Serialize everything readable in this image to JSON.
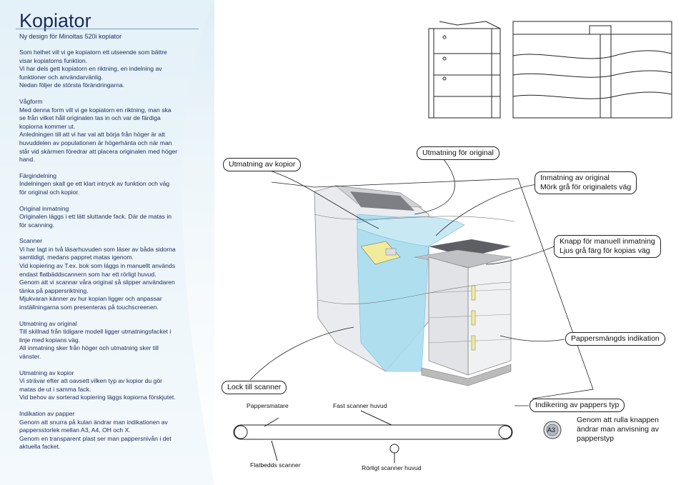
{
  "page": {
    "title": "Kopiator",
    "subtitle": "Ny design för Minoltas 520i kopiator"
  },
  "sections": [
    {
      "heading": "",
      "body": "Som helhet vill vi ge kopiatorn ett utseende som bättre\nvisar kopiatorns funktion.\nVi har dels gett kopiatorn en riktning, en indelning av\nfunktioner och användarvänlig.\nNedan följer de största förändringarna."
    },
    {
      "heading": "Vågform",
      "body": "Med denna form vill vi ge kopiatorn en riktning, man ska\nse från vilket håll originalen tas in och var de färdiga\nkopiorna kommer ut.\nAnledningen till att vi har val att börja från höger är att\nhuvuddelen av populationen är högerhänta och när man\nstår vid skärmen föredrar att placera originalen med höger\nhand."
    },
    {
      "heading": "Färgindelning",
      "body": "Indelningen skall ge ett klart intryck av funktion och väg\nför original och kopior."
    },
    {
      "heading": "Original inmatning",
      "body": "Originalen läggs i ett lätt sluttande fack. Där de matas in\nför scanning."
    },
    {
      "heading": "Scanner",
      "body": "Vi har lagt in två läsarhuvuden som läser av båda sidorna\nsamtidigt, medans pappret matas igenom.\nVid kopiering av T.ex. bok som läggs in manuellt används\nendast flatbäddscannern som har ett rörligt huvud.\nGenom att vi scannar våra original så slipper användaren\ntänka på pappersriktning.\nMjukvaran känner av hur kopian ligger och anpassar\ninställningarna som presenteras på touchscreenen."
    },
    {
      "heading": "Utmatning av original",
      "body": "Till skillnad från tidigare modell ligger utmatningsfacket i\nlinje med kopians väg.\nAll inmatning sker från höger och utmatning sker till\nvänster."
    },
    {
      "heading": "Utmatning av kopior",
      "body": "Vi strävar efter att oavsett vilken typ av kopior du gör\nmatas de ut i samma fack.\nVid behov av sorterad kopiering läggs kopiorna förskjutet."
    },
    {
      "heading": "Indikation av papper",
      "body": "Genom att snurra på kulan ändrar man indikationen av\npappersstorlek mellan A3, A4, OH och X.\nGenom en transparent plast ser man pappersnivån i det\naktuella facket."
    }
  ],
  "callouts": {
    "utmatning_kopior": "Utmatning av kopior",
    "utmatning_original": "Utmatning för original",
    "inmatning_original": {
      "line1": "Inmatning av original",
      "line2": "Mörk grå för originalets väg"
    },
    "knapp_manuell": {
      "line1": "Knapp för manuell inmatning",
      "line2": "Ljus grå färg för kopias väg"
    },
    "pappersmangd": "Pappersmängds indikation",
    "lock_scanner": "Lock till scanner",
    "indikering": "Indikering av pappers typ",
    "knob_text": {
      "line1": "Genom att rulla knappen",
      "line2": "ändrar man anvisning av",
      "line3": "papperstyp"
    },
    "knob_label": "A3"
  },
  "scanner_diagram": {
    "pappersmatare": "Pappersmatare",
    "fast_scanner": "Fast scanner huvud",
    "flatbedds": "Flatbedds scanner",
    "rorligt": "Rörligt scanner huvud"
  },
  "colors": {
    "title": "#1a2a5a",
    "original_path": "#5a5a5a",
    "copy_path": "#d8dade",
    "accent_blue": "#a9def0"
  }
}
